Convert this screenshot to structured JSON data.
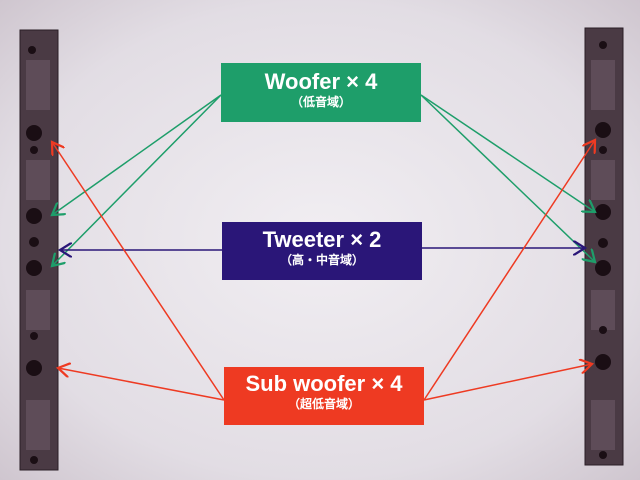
{
  "colors": {
    "woofer": "#1e9e6a",
    "tweeter": "#2a1678",
    "subwoofer": "#ee3a22",
    "speaker": "#4a3a44"
  },
  "boxes": {
    "woofer": {
      "title": "Woofer × 4",
      "subtitle": "（低音域）"
    },
    "tweeter": {
      "title": "Tweeter × 2",
      "subtitle": "（高・中音域）"
    },
    "subwoofer": {
      "title": "Sub woofer × 4",
      "subtitle": "（超低音域）"
    }
  }
}
